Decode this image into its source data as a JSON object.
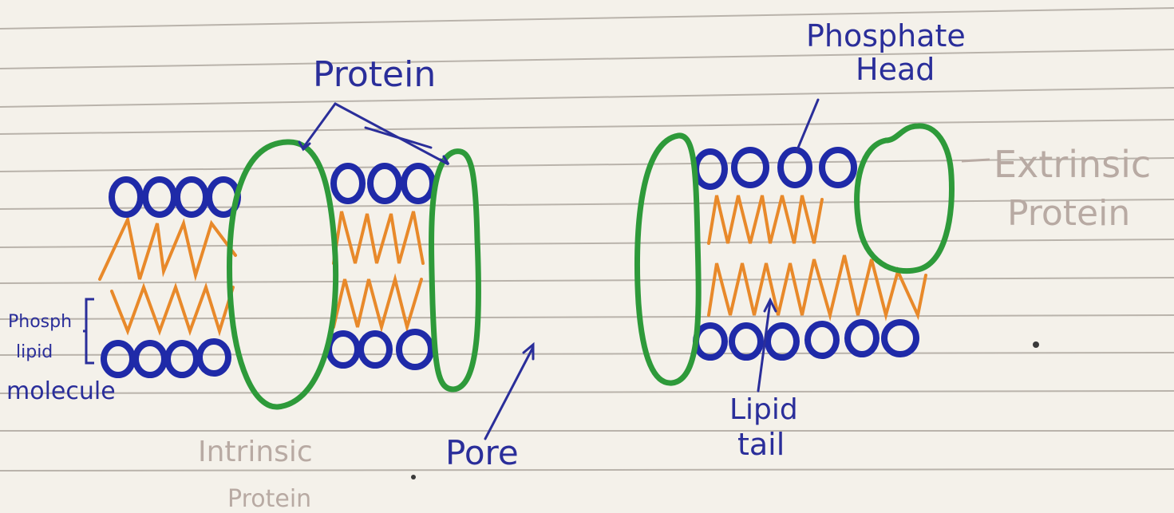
{
  "labels": {
    "protein": "Protein",
    "phosphate_head_line1": "Phosphate",
    "phosphate_head_line2": "Head",
    "extrinsic_protein_line1": "Extrinsic",
    "extrinsic_protein_line2": "Protein",
    "phospholipid_line1": "Phosph",
    "phospholipid_line2": "lipid",
    "phospholipid_line3": "molecule",
    "intrinsic_protein_line1": "Intrinsic",
    "intrinsic_protein_line2": "Protein",
    "pore": "Pore",
    "lipid_tail_line1": "Lipid",
    "lipid_tail_line2": "tail"
  },
  "colors": {
    "paper": "#f4f1ea",
    "ruled_line": "#b9b3ab",
    "phosphate_head": "#1f2aa8",
    "lipid_tail": "#e8892a",
    "protein": "#2e9a3a",
    "label_blue": "#2a2e9a",
    "label_pencil": "#b8aaa3"
  }
}
